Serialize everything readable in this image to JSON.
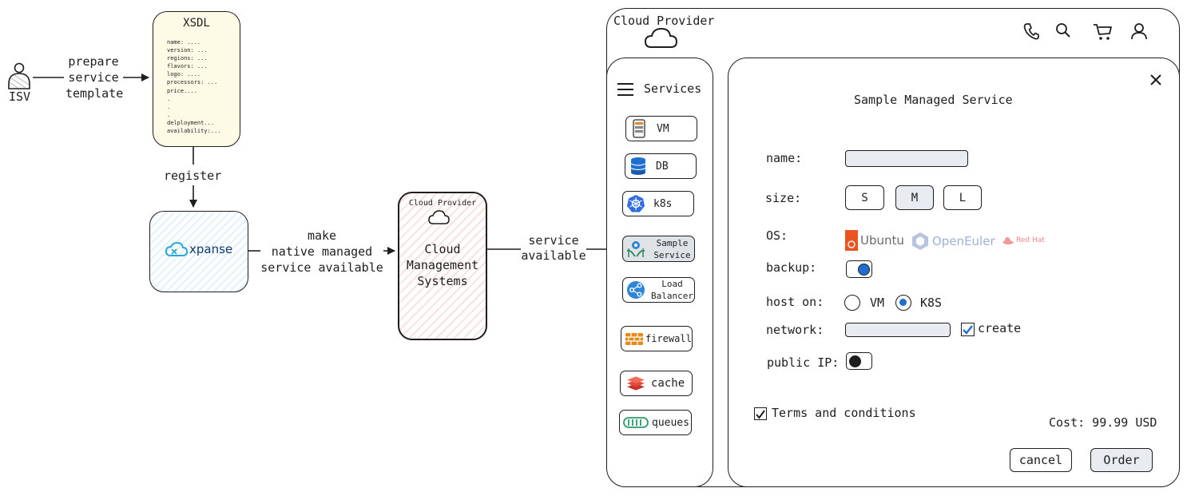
{
  "flow": {
    "isv_label": "ISV",
    "step_prepare": [
      "prepare",
      "service",
      "template"
    ],
    "xsdl": {
      "title": "XSDL",
      "lines": [
        "name: ....",
        "version: ...",
        "regions: ...",
        "flavors: ...",
        "logo: ....",
        "processors: ...",
        "price....",
        ".",
        ".",
        ".",
        "delployment...",
        "availability:..."
      ]
    },
    "step_register": "register",
    "xpanse_logo": "xpanse",
    "step_make": [
      "make",
      "native managed",
      "service available"
    ],
    "cloud_box": {
      "title": "Cloud Provider",
      "body": [
        "Cloud",
        "Management",
        "Systems"
      ]
    },
    "step_available": [
      "service",
      "available"
    ]
  },
  "mockup": {
    "title": "Cloud Provider",
    "header_icons": [
      "phone-icon",
      "search-icon",
      "cart-icon",
      "user-icon"
    ],
    "sidebar": {
      "heading": "Services",
      "items": [
        {
          "label": "VM",
          "icon": "server-icon"
        },
        {
          "label": "DB",
          "icon": "database-icon"
        },
        {
          "label": "k8s",
          "icon": "kubernetes-icon"
        },
        {
          "label": "Sample Service",
          "icon": "managed-service-icon",
          "selected": true
        },
        {
          "label": "Load Balancer",
          "icon": "load-balancer-icon"
        },
        {
          "label": "firewall",
          "icon": "firewall-icon"
        },
        {
          "label": "cache",
          "icon": "cache-icon"
        },
        {
          "label": "queues",
          "icon": "queue-icon"
        }
      ]
    },
    "panel": {
      "title": "Sample Managed Service",
      "close_icon": "close-icon",
      "name_label": "name:",
      "name_value": "",
      "size_label": "size:",
      "sizes": [
        "S",
        "M",
        "L"
      ],
      "size_selected": "M",
      "os_label": "OS:",
      "os_options": [
        "Ubuntu",
        "OpenEuler",
        "Red Hat"
      ],
      "backup_label": "backup:",
      "backup_on": true,
      "host_label": "host on:",
      "host_options": [
        "VM",
        "K8S"
      ],
      "host_selected": "K8S",
      "network_label": "network:",
      "network_value": "",
      "create_label": "create",
      "create_checked": true,
      "public_ip_label": "public IP:",
      "public_ip_on": false,
      "terms_label": "Terms and conditions",
      "terms_checked": true,
      "cost": "Cost: 99.99 USD",
      "cancel_label": "cancel",
      "order_label": "Order"
    },
    "colors": {
      "accent": "#1f6fd1",
      "ubuntu": "#e95420",
      "openeuler": "#8ea3c9",
      "redhat": "#e07a7a",
      "xpanse": "#2aa7dd"
    }
  }
}
